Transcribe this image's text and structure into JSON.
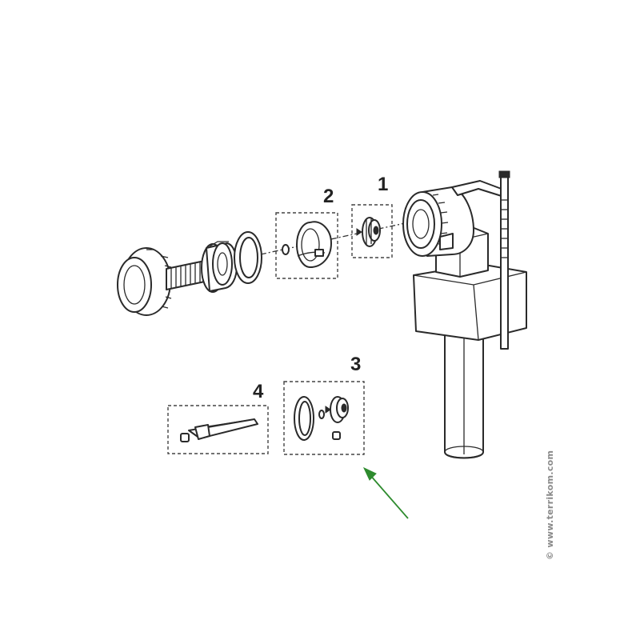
{
  "callouts": {
    "part_1": "1",
    "part_2": "2",
    "part_3": "3",
    "part_4": "4"
  },
  "watermark": "© www.terrikom.com",
  "colors": {
    "line_art": "#2a2a2a",
    "arrow": "#2e8b2e",
    "watermark": "#8a8a8a"
  }
}
